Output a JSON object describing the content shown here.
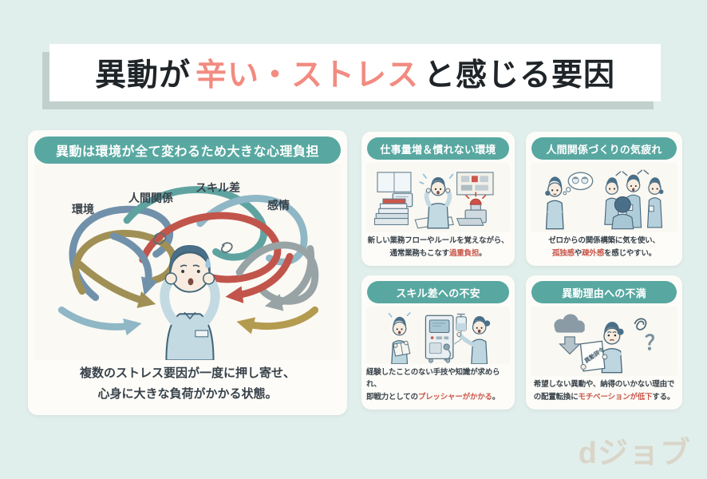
{
  "title": {
    "segments": [
      {
        "text": "異動が",
        "em": false
      },
      {
        "text": "辛い・ストレス",
        "em": true
      },
      {
        "text": "と感じる要因",
        "em": false
      }
    ]
  },
  "main_card": {
    "header": "異動は環境が全て変わるため大きな心理負担",
    "stress_labels": [
      "環境",
      "人間関係",
      "スキル差",
      "感情"
    ],
    "caption": "複数のストレス要因が一度に押し寄せ、\n心身に大きな負荷がかかる状態。"
  },
  "cards": [
    {
      "header": "仕事量増＆慣れない環境",
      "caption_segments": [
        {
          "text": "新しい業務フローやルールを覚えながら、\n通常業務もこなす",
          "em": false
        },
        {
          "text": "過重負担",
          "em": true
        },
        {
          "text": "。",
          "em": false
        }
      ]
    },
    {
      "header": "人間関係づくりの気疲れ",
      "caption_segments": [
        {
          "text": "ゼロからの関係構築に気を使い、\n",
          "em": false
        },
        {
          "text": "孤独感",
          "em": true
        },
        {
          "text": "や",
          "em": false
        },
        {
          "text": "疎外感",
          "em": true
        },
        {
          "text": "を感じやすい。",
          "em": false
        }
      ]
    },
    {
      "header": "スキル差への不安",
      "caption_segments": [
        {
          "text": "経験したことのない手技や知識が求められ、\n即戦力としての",
          "em": false
        },
        {
          "text": "プレッシャーがかかる",
          "em": true
        },
        {
          "text": "。",
          "em": false
        }
      ]
    },
    {
      "header": "異動理由への不満",
      "caption_segments": [
        {
          "text": "希望しない異動や、納得のいかない理由で\nの配置転換に",
          "em": false
        },
        {
          "text": "モチベーションが低下",
          "em": true
        },
        {
          "text": "する。",
          "em": false
        }
      ],
      "paper_label": "異動辞令",
      "question_mark": "？"
    }
  ],
  "logo": {
    "text": "dジョブ"
  },
  "colors": {
    "background": "#e1efec",
    "pill": "#58a8a1",
    "accent_title": "#f28b80",
    "accent_em": "#c9584c"
  }
}
